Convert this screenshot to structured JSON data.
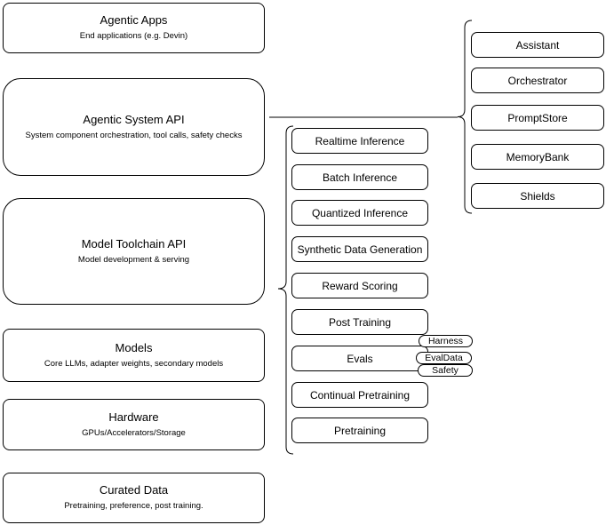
{
  "left_stack": [
    {
      "title": "Agentic Apps",
      "subtitle": "End applications (e.g. Devin)"
    },
    {
      "title": "Agentic System API",
      "subtitle": "System component orchestration, tool calls, safety checks"
    },
    {
      "title": "Model Toolchain API",
      "subtitle": "Model development & serving"
    },
    {
      "title": "Models",
      "subtitle": "Core LLMs, adapter weights, secondary models"
    },
    {
      "title": "Hardware",
      "subtitle": "GPUs/Accelerators/Storage"
    },
    {
      "title": "Curated Data",
      "subtitle": "Pretraining, preference, post training."
    }
  ],
  "toolchain_items": [
    "Realtime Inference",
    "Batch Inference",
    "Quantized Inference",
    "Synthetic Data Generation",
    "Reward Scoring",
    "Post Training",
    "Evals",
    "Continual Pretraining",
    "Pretraining"
  ],
  "eval_tags": [
    "Harness",
    "EvalData",
    "Safety"
  ],
  "system_components": [
    "Assistant",
    "Orchestrator",
    "PromptStore",
    "MemoryBank",
    "Shields"
  ],
  "colors": {
    "stroke": "#000000",
    "fill": "#ffffff"
  }
}
